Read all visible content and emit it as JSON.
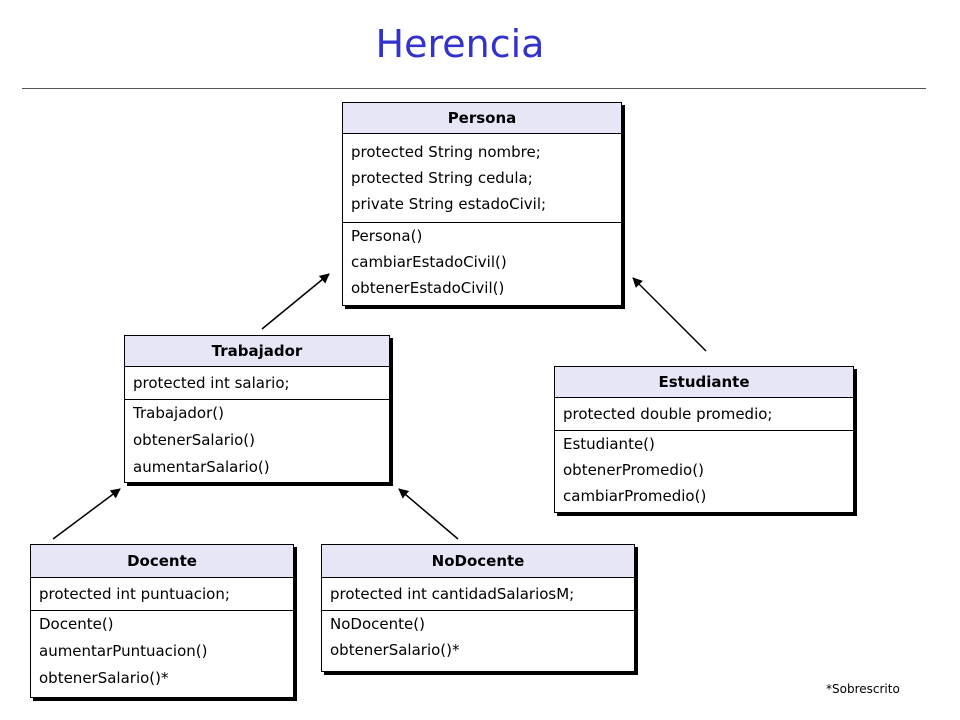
{
  "title": "Herencia",
  "footnote": "*Sobrescrito",
  "classes": {
    "persona": {
      "name": "Persona",
      "attributes": [
        "protected String nombre;",
        "protected String cedula;",
        "private String estadoCivil;"
      ],
      "methods": [
        "Persona()",
        "cambiarEstadoCivil()",
        "obtenerEstadoCivil()"
      ]
    },
    "trabajador": {
      "name": "Trabajador",
      "attributes": [
        "protected int salario;"
      ],
      "methods": [
        "Trabajador()",
        "obtenerSalario()",
        "aumentarSalario()"
      ]
    },
    "estudiante": {
      "name": "Estudiante",
      "attributes": [
        "protected double promedio;"
      ],
      "methods": [
        "Estudiante()",
        "obtenerPromedio()",
        "cambiarPromedio()"
      ]
    },
    "docente": {
      "name": "Docente",
      "attributes": [
        "protected int puntuacion;"
      ],
      "methods": [
        "Docente()",
        "aumentarPuntuacion()",
        "obtenerSalario()*"
      ]
    },
    "nodocente": {
      "name": "NoDocente",
      "attributes": [
        "protected int cantidadSalariosM;"
      ],
      "methods": [
        "NoDocente()",
        "obtenerSalario()*"
      ]
    }
  },
  "colors": {
    "title": "#3333cc",
    "header_fill": "#e6e6f7",
    "line": "#000000"
  },
  "inheritance": [
    {
      "child": "Trabajador",
      "parent": "Persona"
    },
    {
      "child": "Estudiante",
      "parent": "Persona"
    },
    {
      "child": "Docente",
      "parent": "Trabajador"
    },
    {
      "child": "NoDocente",
      "parent": "Trabajador"
    }
  ]
}
